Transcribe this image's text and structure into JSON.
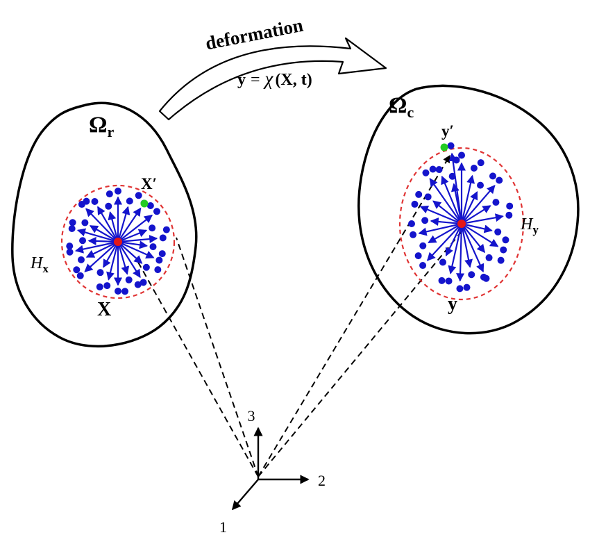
{
  "labels": {
    "deformation": "deformation",
    "equation": {
      "lhs": "y",
      "eq": "=",
      "chi": "χ",
      "rest": "(X, t)"
    },
    "omega_r": {
      "base": "Ω",
      "sub": "r"
    },
    "omega_c": {
      "base": "Ω",
      "sub": "c"
    },
    "x_prime": "X′",
    "y_prime": "y′",
    "h_x": {
      "base": "H",
      "sub": "x"
    },
    "h_y": {
      "base": "H",
      "sub": "y"
    },
    "x_point": "X",
    "y_point": "y",
    "axes": {
      "one": "1",
      "two": "2",
      "three": "3"
    }
  },
  "colors": {
    "bond": "#1414CC",
    "center": "#E51717",
    "horizon": "#E03434",
    "green": "#22CC22",
    "ink": "#000000"
  }
}
